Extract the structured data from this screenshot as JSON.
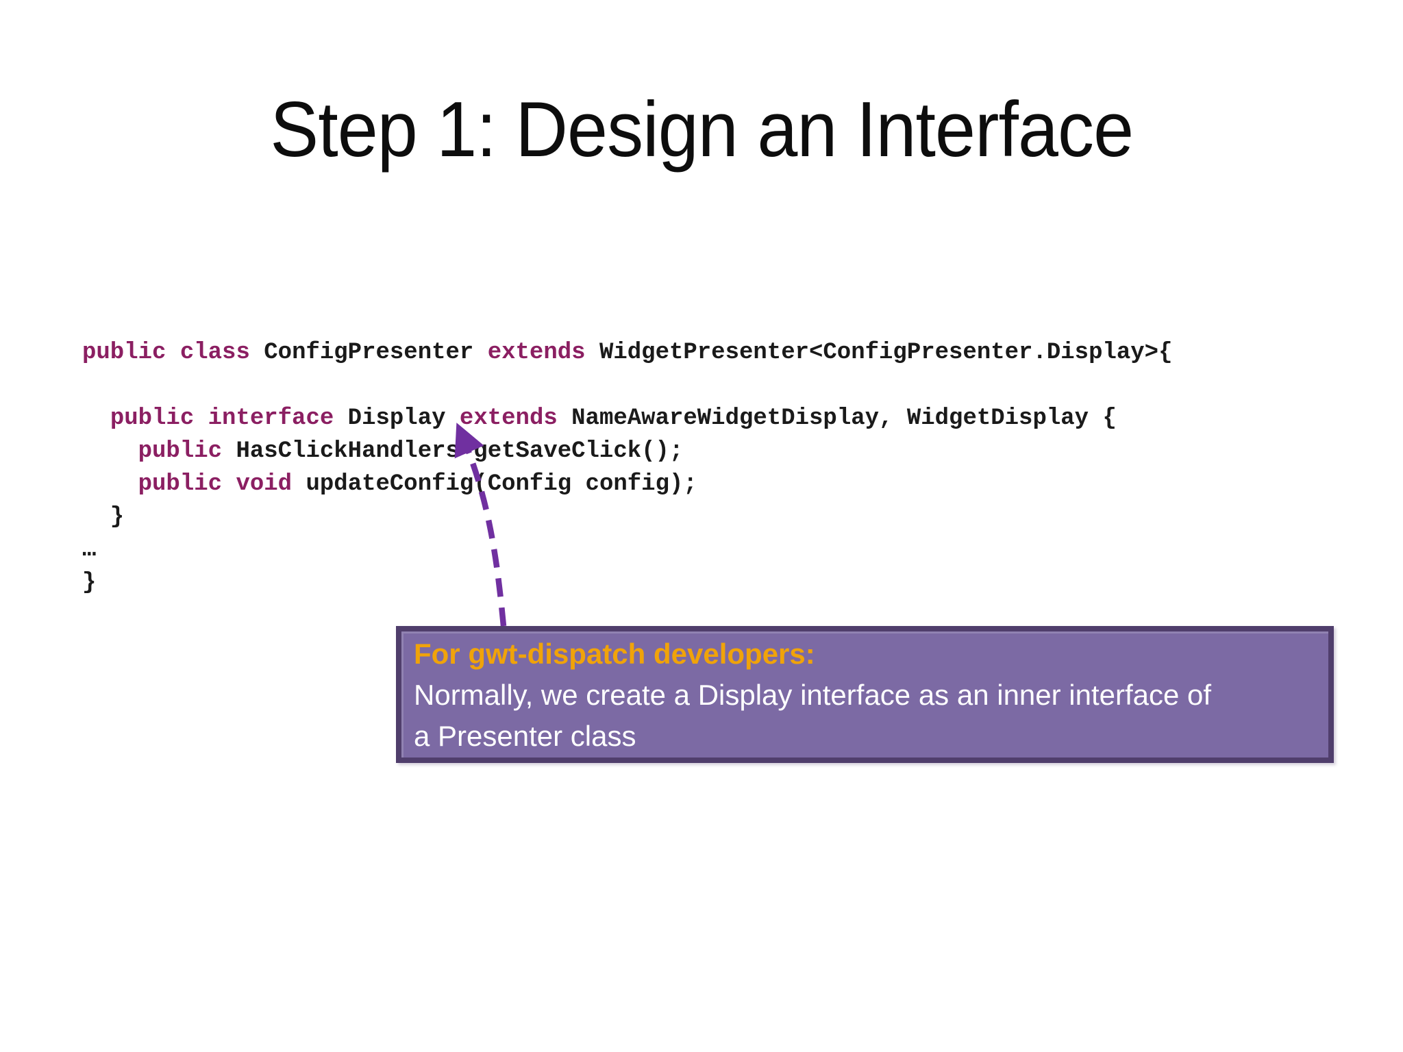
{
  "slide": {
    "title": "Step 1: Design an Interface",
    "background_color": "#ffffff"
  },
  "code": {
    "keyword_color": "#8b1f62",
    "text_color": "#1a1a1a",
    "lines": [
      {
        "segments": [
          {
            "text": "public",
            "kw": true
          },
          {
            "text": " "
          },
          {
            "text": "class",
            "kw": true
          },
          {
            "text": " ConfigPresenter "
          },
          {
            "text": "extends",
            "kw": true
          },
          {
            "text": " WidgetPresenter<ConfigPresenter.Display>{"
          }
        ]
      },
      {
        "segments": []
      },
      {
        "segments": [
          {
            "text": "  "
          },
          {
            "text": "public",
            "kw": true
          },
          {
            "text": " "
          },
          {
            "text": "interface",
            "kw": true
          },
          {
            "text": " Display "
          },
          {
            "text": "extends",
            "kw": true
          },
          {
            "text": " NameAwareWidgetDisplay, WidgetDisplay {"
          }
        ]
      },
      {
        "segments": [
          {
            "text": "    "
          },
          {
            "text": "public",
            "kw": true
          },
          {
            "text": " HasClickHandlers getSaveClick();"
          }
        ]
      },
      {
        "segments": [
          {
            "text": "    "
          },
          {
            "text": "public",
            "kw": true
          },
          {
            "text": " "
          },
          {
            "text": "void",
            "kw": true
          },
          {
            "text": " updateConfig(Config config);"
          }
        ]
      },
      {
        "segments": [
          {
            "text": "  }"
          }
        ]
      },
      {
        "segments": [
          {
            "text": "…"
          }
        ]
      },
      {
        "segments": [
          {
            "text": "}"
          }
        ]
      }
    ]
  },
  "callout": {
    "heading": "For gwt-dispatch developers:",
    "heading_color": "#f0a30a",
    "body_lines": [
      "Normally, we create a Display interface as an inner interface of",
      "a Presenter class"
    ],
    "body_color": "#ffffff",
    "fill_color": "#7c6aa4",
    "border_color": "#503e6c"
  },
  "arrow": {
    "color": "#7030a0",
    "style": "dashed"
  }
}
